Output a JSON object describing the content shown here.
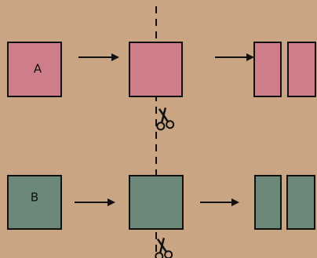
{
  "rows": [
    {
      "label": "A",
      "fill": "#cf7d88"
    },
    {
      "label": "B",
      "fill": "#6b8878"
    }
  ],
  "colors": {
    "background": "#caa583",
    "stroke": "#111111"
  },
  "icons": [
    "arrow-icon",
    "scissors-icon",
    "dashed-cut-line"
  ]
}
